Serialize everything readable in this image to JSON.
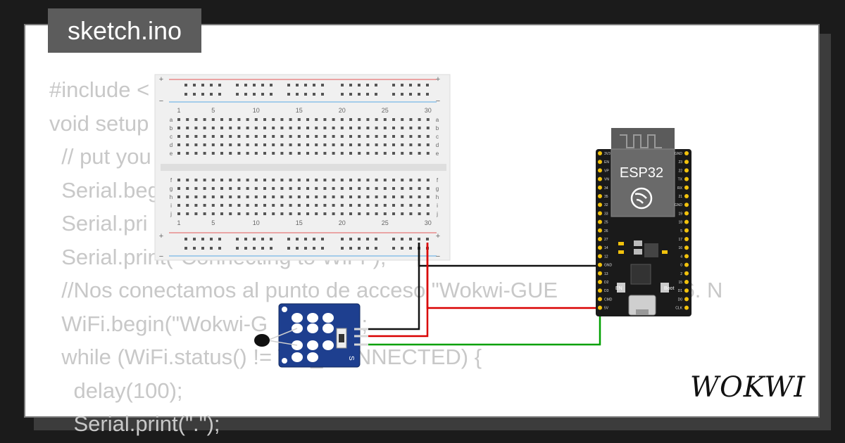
{
  "file_tab": {
    "label": "sketch.ino"
  },
  "code_lines": [
    "#include <",
    "void setup",
    "  // put you                                        nce:",
    "  Serial.beg",
    "  Serial.pri",
    "  Serial.print(\"Connecting to WiFi\");",
    "  //Nos conectamos al punto de acceso \"Wokwi-GUE           canal 6. N",
    "  WiFi.begin(\"Wokwi-G         \", 6);",
    "  while (WiFi.status() != WL_CONNECTED) {",
    "    delay(100);",
    "    Serial.print(\".\");"
  ],
  "breadboard": {
    "column_numbers": [
      "1",
      "5",
      "10",
      "15",
      "20",
      "25",
      "30"
    ],
    "top_rows": [
      "a",
      "b",
      "c",
      "d",
      "e"
    ],
    "bottom_rows": [
      "f",
      "g",
      "h",
      "i",
      "j"
    ],
    "plus_sign": "+",
    "minus_sign": "−"
  },
  "esp32": {
    "label": "ESP32",
    "en_label": "EN",
    "boot_label": "Boot",
    "left_pins": [
      "3V3",
      "EN",
      "VP",
      "VN",
      "34",
      "35",
      "32",
      "33",
      "25",
      "26",
      "27",
      "14",
      "12",
      "GND",
      "13",
      "D2",
      "D3",
      "CMD",
      "5V"
    ],
    "right_pins": [
      "GND",
      "23",
      "22",
      "TX",
      "RX",
      "21",
      "GND",
      "19",
      "18",
      "5",
      "17",
      "16",
      "4",
      "0",
      "2",
      "15",
      "D1",
      "D0",
      "CLK"
    ]
  },
  "sensor": {
    "pin_label": "S"
  },
  "logo": {
    "text": "WOKWI"
  },
  "colors": {
    "background": "#1b1b1b",
    "card": "#ffffff",
    "code_text": "#c8c8c8",
    "tab": "#5c5c5c",
    "wire_black": "#111111",
    "wire_red": "#d90000",
    "wire_green": "#00a000",
    "esp_board": "#1a1a1a",
    "esp_pin": "#f2c20c",
    "sensor_pcb": "#1e3f8f"
  }
}
